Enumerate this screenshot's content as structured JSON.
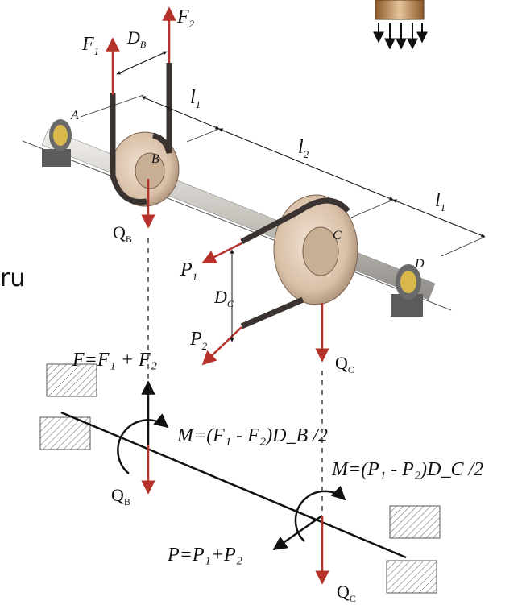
{
  "diagram": {
    "site_fragment": "ru",
    "belt_forces": {
      "f1": "F",
      "f1_sub": "1",
      "f2": "F",
      "f2_sub": "2",
      "db": "D",
      "db_sub": "B"
    },
    "points": {
      "a": "A",
      "b": "B",
      "c": "C",
      "d": "D"
    },
    "lengths": {
      "l1_left": "l",
      "l1_left_sub": "1",
      "l2": "l",
      "l2_sub": "2",
      "l1_right": "l",
      "l1_right_sub": "1"
    },
    "gear_forces": {
      "p1": "P",
      "p1_sub": "1",
      "p2": "P",
      "p2_sub": "2",
      "dc": "D",
      "dc_sub": "C"
    },
    "weights": {
      "qb_top": "Q",
      "qb_top_sub": "B",
      "qc_top": "Q",
      "qc_top_sub": "C",
      "qb_bottom": "Q",
      "qb_bottom_sub": "B",
      "qc_bottom": "Q",
      "qc_bottom_sub": "C"
    },
    "equations": {
      "f_sum": "F=F₁ + F₂",
      "moment_b": "M=(F₁ - F₂)D_B /2",
      "moment_c": "M=(P₁ - P₂)D_C /2",
      "p_sum": "P=P₁+P₂"
    }
  },
  "colors": {
    "force_red": "#b5322b",
    "shaft": "#c9c6c0",
    "pulley": "#d9c0a8",
    "belt": "#3a3330",
    "hatch": "#555555"
  }
}
